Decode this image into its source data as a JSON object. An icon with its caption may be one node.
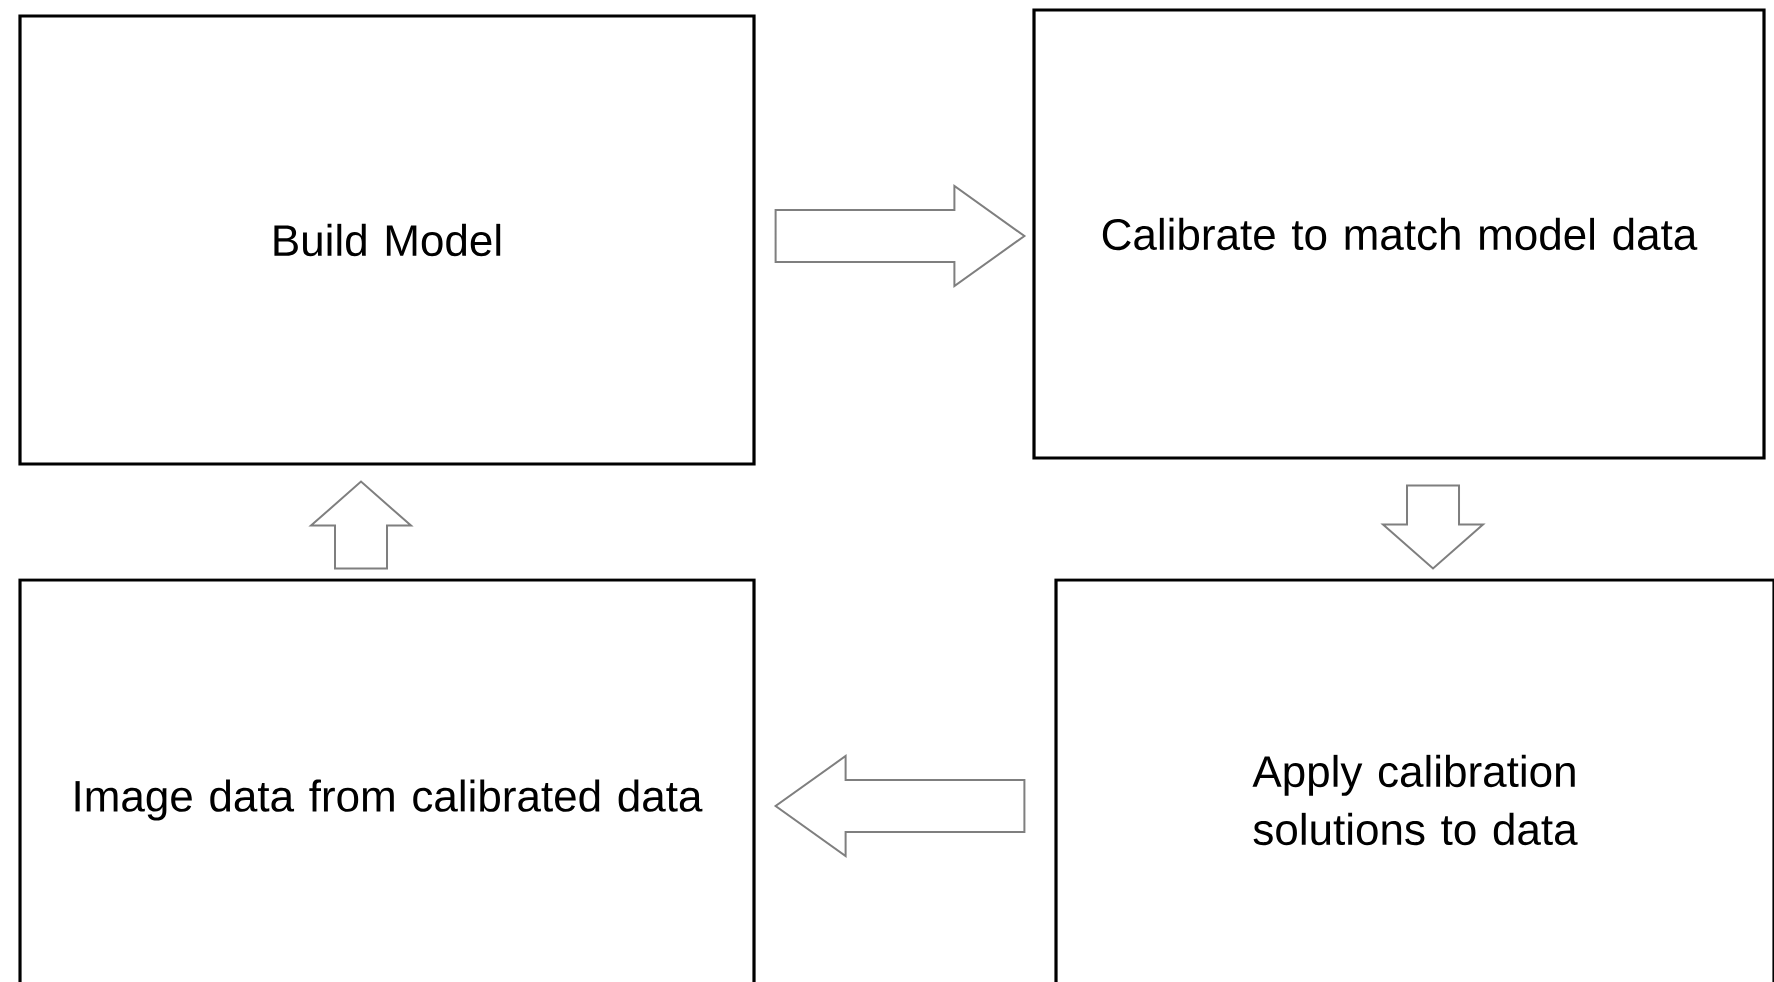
{
  "diagram": {
    "nodes": [
      {
        "text": [
          "Build Model"
        ]
      },
      {
        "text": [
          "Calibrate to match model data"
        ]
      },
      {
        "text": [
          "Image data from calibrated data"
        ]
      },
      {
        "text": [
          "Apply calibration solutions to data"
        ]
      }
    ],
    "edges": [
      {
        "from": 0,
        "to": 1,
        "arrow": "to"
      },
      {
        "from": 1,
        "to": 3,
        "arrow": "to"
      },
      {
        "from": 3,
        "to": 2,
        "arrow": "to"
      },
      {
        "from": 2,
        "to": 0,
        "arrow": "to"
      }
    ]
  }
}
